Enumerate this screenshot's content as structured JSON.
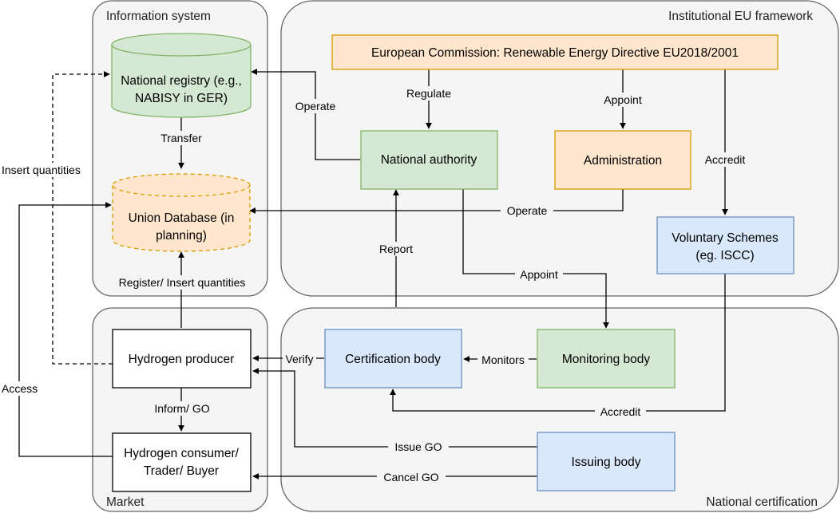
{
  "groups": {
    "information_system": "Information system",
    "institutional_framework": "Institutional EU framework",
    "market": "Market",
    "national_certification": "National certification"
  },
  "nodes": {
    "european_commission": "European Commission: Renewable Energy Directive EU2018/2001",
    "national_registry": [
      "National registry (e.g.,",
      "NABISY in GER)"
    ],
    "union_database": [
      "Union Database (in",
      "planning)"
    ],
    "national_authority": "National authority",
    "administration": "Administration",
    "voluntary_schemes": [
      "Voluntary Schemes",
      "(eg. ISCC)"
    ],
    "hydrogen_producer": "Hydrogen producer",
    "hydrogen_consumer": [
      "Hydrogen consumer/",
      "Trader/ Buyer"
    ],
    "certification_body": "Certification body",
    "monitoring_body": "Monitoring body",
    "issuing_body": "Issuing body"
  },
  "edges": {
    "regulate": "Regulate",
    "appoint_admin": "Appoint",
    "accredit_vs": "Accredit",
    "operate_registry": "Operate",
    "transfer": "Transfer",
    "operate_union": "Operate",
    "report": "Report",
    "appoint_monitoring": "Appoint",
    "register_insert": "Register/ Insert quantities",
    "insert_quantities": "Insert quantities",
    "access": "Access",
    "verify": "Verify",
    "monitors": "Monitors",
    "accredit_cert": "Accredit",
    "inform_go": "Inform/ GO",
    "issue_go": "Issue GO",
    "cancel_go": "Cancel GO"
  },
  "colors": {
    "group_fill": "#f5f5f5",
    "group_stroke": "#666666",
    "orange_fill": "#ffe6cc",
    "orange_stroke": "#d79b00",
    "green_fill": "#d5e8d4",
    "green_stroke": "#82b366",
    "blue_fill": "#dae8fc",
    "blue_stroke": "#6c8ebf",
    "white_fill": "#ffffff",
    "black_stroke": "#000000"
  }
}
